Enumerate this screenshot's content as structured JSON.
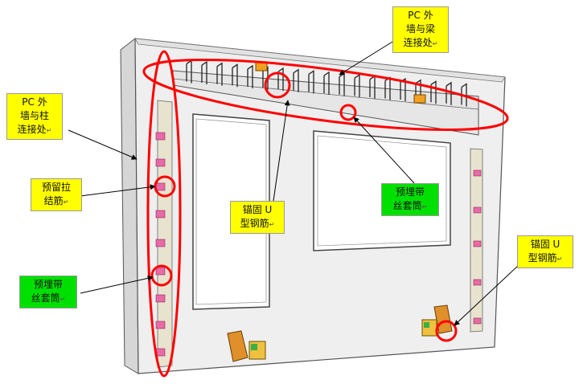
{
  "labels": {
    "pc_wall_beam": {
      "lines": [
        "PC  外",
        "墙与梁",
        "连接处"
      ],
      "color": "#ffff00"
    },
    "pc_wall_column": {
      "lines": [
        "PC  外",
        "墙与柱",
        "连接处"
      ],
      "color": "#ffff00"
    },
    "reserved_tie_bar": {
      "lines": [
        "预留拉",
        "结筋"
      ],
      "color": "#ffff00"
    },
    "anchor_u_bar_center": {
      "lines": [
        "锚固 U",
        "型钢筋"
      ],
      "color": "#ffff00"
    },
    "embedded_sleeve_right": {
      "lines": [
        "预埋带",
        "丝套筒"
      ],
      "color": "#00e000"
    },
    "embedded_sleeve_left": {
      "lines": [
        "预埋带",
        "丝套筒"
      ],
      "color": "#00e000"
    },
    "anchor_u_bar_right": {
      "lines": [
        "锚固 U",
        "型钢筋"
      ],
      "color": "#ffff00"
    }
  },
  "return_mark": "↵",
  "colors": {
    "highlight": "#ff0000",
    "panel": "#efefef",
    "outline": "#555555"
  }
}
